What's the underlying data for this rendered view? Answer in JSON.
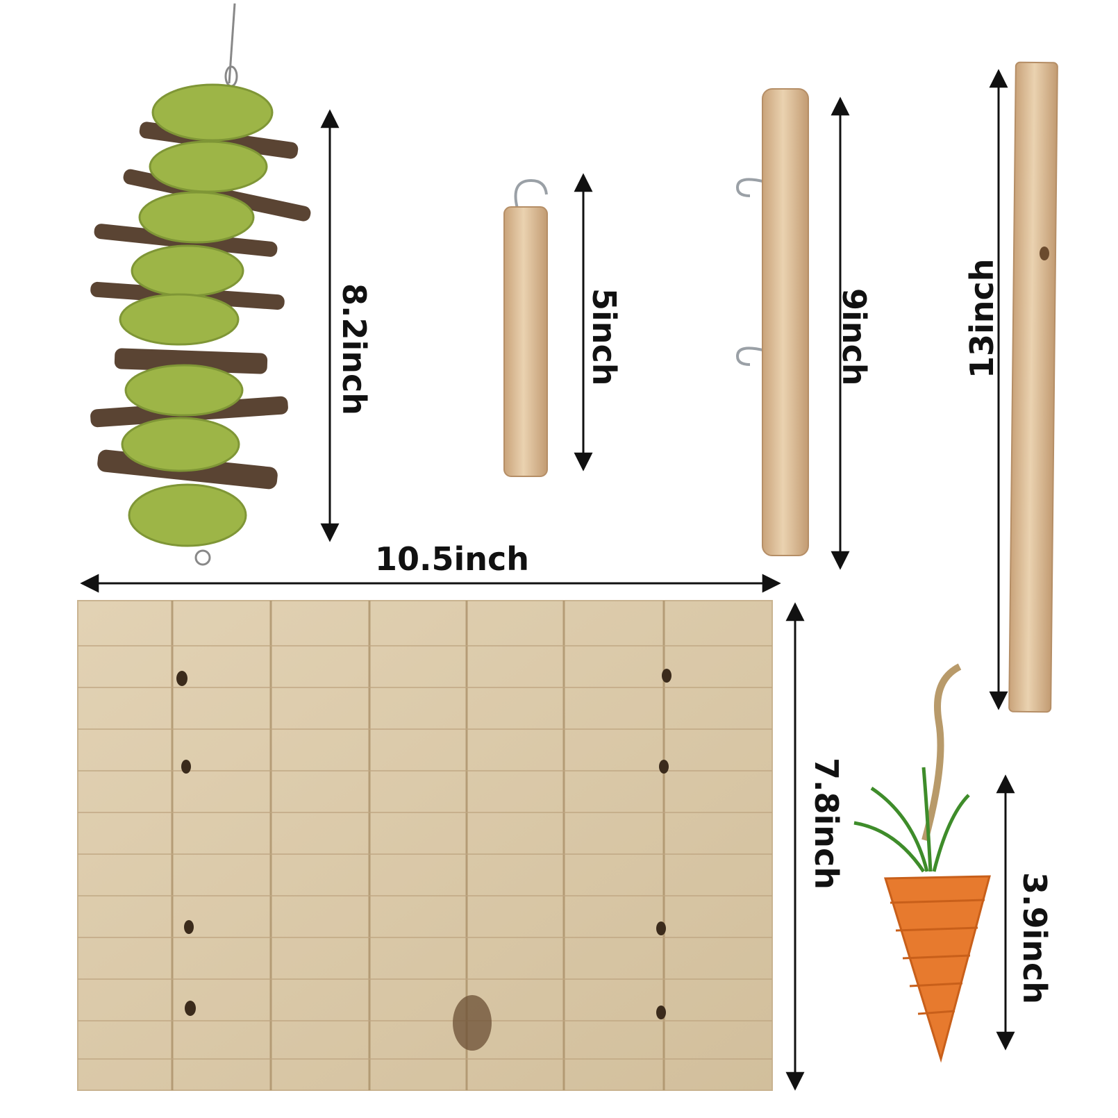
{
  "dimensions": {
    "hay_stick_toy": "8.2inch",
    "short_perch": "5inch",
    "medium_perch": "9inch",
    "long_perch": "13inch",
    "board_width": "10.5inch",
    "board_height": "7.8inch",
    "carrot_toy": "3.9inch"
  },
  "colors": {
    "wood_light": "#e2c7a3",
    "wood_shadow": "#c9a77f",
    "board": "#d9c8a8",
    "hay_green": "#9bb34a",
    "stick_brown": "#5a4433",
    "carrot_orange": "#e77a2e",
    "arrow": "#111111"
  }
}
